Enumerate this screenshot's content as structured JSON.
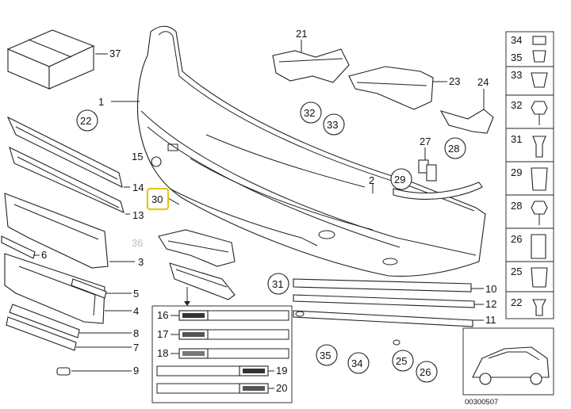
{
  "diagram": {
    "diagram_id": "00300507",
    "highlighted_callout": "30",
    "highlight_color": "#e6c619",
    "callouts": {
      "c1": "1",
      "c2": "2",
      "c3": "3",
      "c4": "4",
      "c5": "5",
      "c6": "6",
      "c7": "7",
      "c8": "8",
      "c9": "9",
      "c10": "10",
      "c11": "11",
      "c12": "12",
      "c13": "13",
      "c14": "14",
      "c15": "15",
      "c16": "16",
      "c17": "17",
      "c18": "18",
      "c19": "19",
      "c20": "20",
      "c21": "21",
      "c22": "22",
      "c23": "23",
      "c24": "24",
      "c25": "25",
      "c26": "26",
      "c27": "27",
      "c28": "28",
      "c29": "29",
      "c30": "30",
      "c31": "31",
      "c32": "32",
      "c33": "33",
      "c34": "34",
      "c35": "35",
      "c36": "36",
      "c37": "37"
    },
    "side_panel": {
      "p34": "34",
      "p35": "35",
      "p33": "33",
      "p32": "32",
      "p31": "31",
      "p29": "29",
      "p28": "28",
      "p26": "26",
      "p25": "25",
      "p22": "22"
    }
  }
}
